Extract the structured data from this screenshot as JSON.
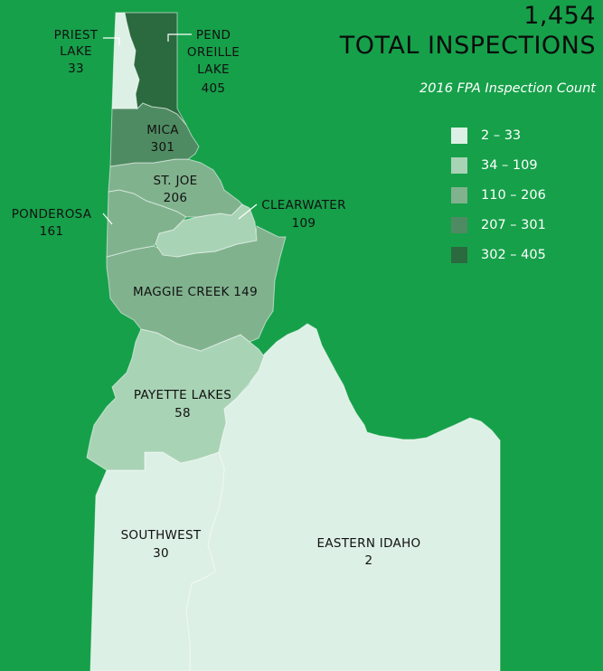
{
  "header": {
    "total": "1,454",
    "subtitle": "TOTAL INSPECTIONS"
  },
  "legend": {
    "title": "2016 FPA Inspection Count",
    "items": [
      {
        "label": "2 – 33",
        "color": "#ddf0e5"
      },
      {
        "label": "34 – 109",
        "color": "#a9d3b5"
      },
      {
        "label": "110 – 206",
        "color": "#80b28e"
      },
      {
        "label": "207 – 301",
        "color": "#4f8b62"
      },
      {
        "label": "302 – 405",
        "color": "#2b6a3f"
      }
    ]
  },
  "colors": {
    "background": "#16a04a"
  },
  "regions": {
    "priest_lake": {
      "name_line1": "PRIEST",
      "name_line2": "LAKE",
      "count": "33",
      "value": 33
    },
    "pend_oreille_lake": {
      "name_line1": "PEND",
      "name_line2": "OREILLE",
      "name_line3": "LAKE",
      "count": "405",
      "value": 405
    },
    "mica": {
      "name": "MICA",
      "count": "301",
      "value": 301
    },
    "st_joe": {
      "name": "ST. JOE",
      "count": "206",
      "value": 206
    },
    "clearwater": {
      "name": "CLEARWATER",
      "count": "109",
      "value": 109
    },
    "ponderosa": {
      "name": "PONDEROSA",
      "count": "161",
      "value": 161
    },
    "maggie_creek": {
      "name": "MAGGIE CREEK 149",
      "value": 149
    },
    "payette_lakes": {
      "name": "PAYETTE LAKES",
      "count": "58",
      "value": 58
    },
    "southwest": {
      "name": "SOUTHWEST",
      "count": "30",
      "value": 30
    },
    "eastern_idaho": {
      "name": "EASTERN IDAHO",
      "count": "2",
      "value": 2
    }
  }
}
